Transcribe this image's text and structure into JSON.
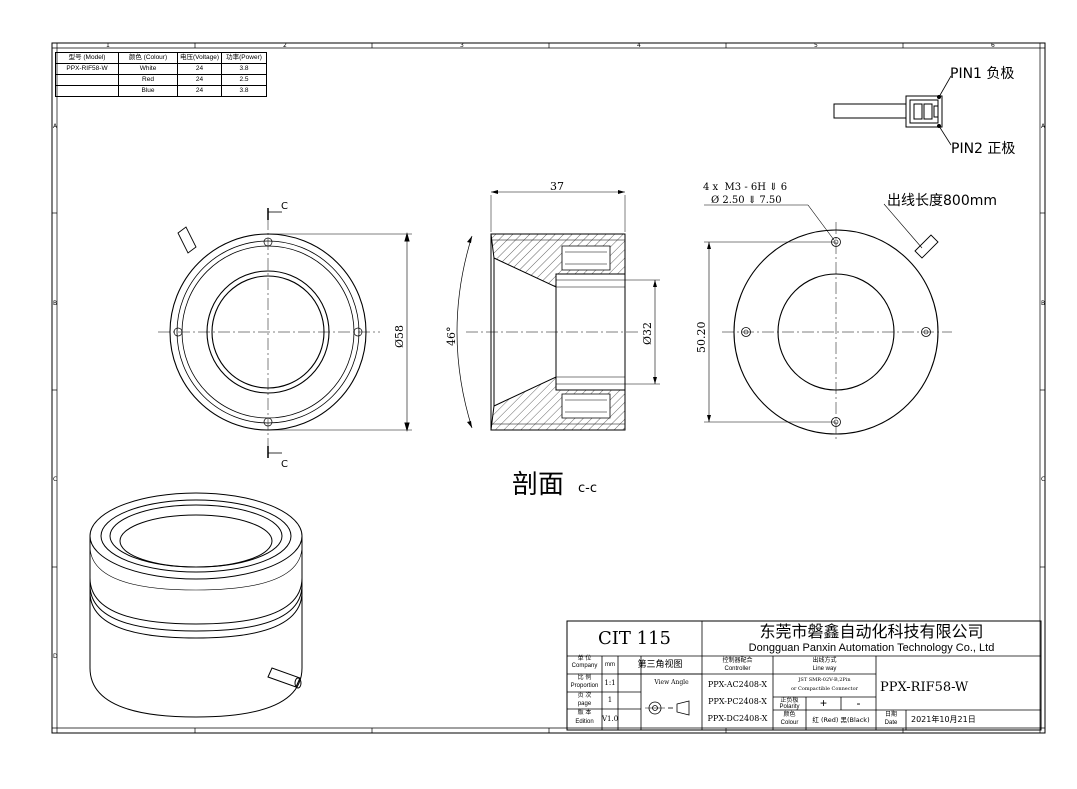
{
  "frame": {
    "col_numbers": [
      "1",
      "2",
      "3",
      "4",
      "5",
      "6"
    ],
    "row_letters": [
      "A",
      "B",
      "C",
      "D"
    ]
  },
  "spec_table": {
    "headers": [
      "型号 (Model)",
      "颜色 (Colour)",
      "电压(Voltage)",
      "功率(Power)"
    ],
    "rows": [
      [
        "PPX-RIF58-W",
        "White",
        "24",
        "3.8"
      ],
      [
        "",
        "Red",
        "24",
        "2.5"
      ],
      [
        "",
        "Blue",
        "24",
        "3.8"
      ]
    ]
  },
  "connector": {
    "pin1": "PIN1 负极",
    "pin2": "PIN2 正极"
  },
  "front_view": {
    "section_marker_top": "C",
    "section_marker_bottom": "C",
    "dim_outer_dia": "Ø58"
  },
  "section_view": {
    "dim_width": "37",
    "dim_angle": "46°",
    "dim_inner_dia": "Ø32",
    "caption_main": "剖面",
    "caption_sub": "c-c"
  },
  "rear_view": {
    "hole_spec_line1": "4 x  M3 - 6H ⇓ 6",
    "hole_spec_line2": "Ø 2.50 ⇓ 7.50",
    "cable_length": "出线长度800mm",
    "dim_pcd": "50.20"
  },
  "title_block": {
    "doc_no": "CIT 115",
    "company_cn": "东莞市磐鑫自动化科技有限公司",
    "company_en": "Dongguan Panxin Automation Technology Co., Ltd",
    "unit_label": "单 位",
    "unit_label_en": "Company",
    "unit_value": "mm",
    "proportion_label": "比 例",
    "proportion_label_en": "Proportion",
    "proportion_value": "1:1",
    "page_label": "页 次",
    "page_label_en": "page",
    "page_value": "1",
    "edition_label": "版 本",
    "edition_label_en": "Edition",
    "edition_value": "V1.0",
    "view_angle_cn": "第三角视图",
    "view_angle_en": "View Angle",
    "controller_label_cn": "控制器配合",
    "controller_label_en": "Controller",
    "controllers": [
      "PPX-AC2408-X",
      "PPX-PC2408-X",
      "PPX-DC2408-X"
    ],
    "lineway_label_cn": "出线方式",
    "lineway_label_en": "Line way",
    "lineway_value_1": "JST SMR-02V-B,2Pin",
    "lineway_value_2": "or Compactible Connector",
    "polarity_label_cn": "正负极",
    "polarity_label_en": "Polarity",
    "polarity_plus": "+",
    "polarity_minus": "-",
    "colour_label_cn": "颜色",
    "colour_label_en": "Colour",
    "colour_value": "红 (Red) 黑(Black)",
    "model": "PPX-RIF58-W",
    "date_label_cn": "日期",
    "date_label_en": "Date",
    "date_value": "2021年10月21日"
  }
}
